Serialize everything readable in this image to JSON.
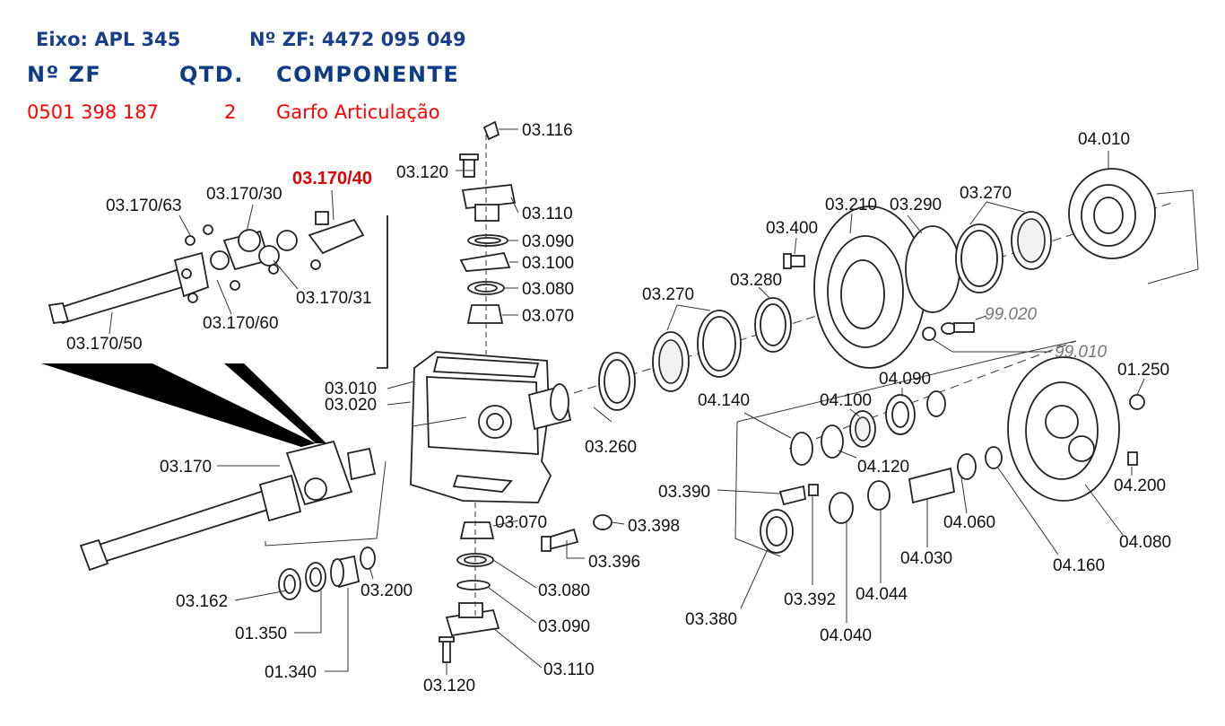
{
  "header": {
    "eixo_label": "Eixo: APL 345",
    "zf_number": "Nº ZF: 4472 095 049",
    "col_zf": "Nº ZF",
    "col_qty": "QTD.",
    "col_component": "COMPONENTE",
    "row": {
      "zf": "0501 398 187",
      "qty": "2",
      "component": "Garfo Articulação"
    }
  },
  "colors": {
    "header_blue": "#1a3f8a",
    "highlight_red": "#ff0000"
  },
  "labels": {
    "p03_116": "03.116",
    "p03_120_top": "03.120",
    "p03_110_top": "03.110",
    "p03_090_top": "03.090",
    "p03_100": "03.100",
    "p03_080_top": "03.080",
    "p03_070_top": "03.070",
    "p03_170_40": "03.170/40",
    "p03_170_30": "03.170/30",
    "p03_170_63": "03.170/63",
    "p03_170_31": "03.170/31",
    "p03_170_60": "03.170/60",
    "p03_170_50": "03.170/50",
    "p03_010": "03.010",
    "p03_020": "03.020",
    "p03_170": "03.170",
    "p03_162": "03.162",
    "p01_350": "01.350",
    "p01_340": "01.340",
    "p03_200": "03.200",
    "p03_070_bot": "03.070",
    "p03_398": "03.398",
    "p03_396": "03.396",
    "p03_080_bot": "03.080",
    "p03_090_bot": "03.090",
    "p03_110_bot": "03.110",
    "p03_120_bot": "03.120",
    "p03_260": "03.260",
    "p03_270_mid": "03.270",
    "p03_280": "03.280",
    "p03_400": "03.400",
    "p03_210": "03.210",
    "p03_290": "03.290",
    "p03_270_top": "03.270",
    "p04_010": "04.010",
    "p99_020": "99.020",
    "p99_010": "99.010",
    "p04_140": "04.140",
    "p04_100": "04.100",
    "p04_090": "04.090",
    "p04_120": "04.120",
    "p01_250": "01.250",
    "p03_390": "03.390",
    "p04_200": "04.200",
    "p04_060": "04.060",
    "p04_080": "04.080",
    "p04_160": "04.160",
    "p04_030": "04.030",
    "p04_044": "04.044",
    "p03_392": "03.392",
    "p04_040": "04.040",
    "p03_380": "03.380"
  }
}
